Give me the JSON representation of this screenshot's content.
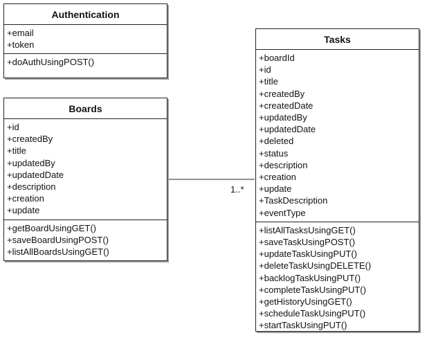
{
  "classes": {
    "authentication": {
      "name": "Authentication",
      "attributes": [
        "+email",
        "+token"
      ],
      "operations": [
        "+doAuthUsingPOST()"
      ]
    },
    "boards": {
      "name": "Boards",
      "attributes": [
        "+id",
        "+createdBy",
        "+title",
        "+updatedBy",
        "+updatedDate",
        "+description",
        "+creation",
        "+update"
      ],
      "operations": [
        "+getBoardUsingGET()",
        "+saveBoardUsingPOST()",
        "+listAllBoardsUsingGET()"
      ]
    },
    "tasks": {
      "name": "Tasks",
      "attributes": [
        "+boardId",
        "+id",
        "+title",
        "+createdBy",
        "+createdDate",
        "+updatedBy",
        "+updatedDate",
        "+deleted",
        "+status",
        "+description",
        "+creation",
        "+update",
        "+TaskDescription",
        "+eventType"
      ],
      "operations": [
        "+listAllTasksUsingGET()",
        "+saveTaskUsingPOST()",
        "+updateTaskUsingPUT()",
        "+deleteTaskUsingDELETE()",
        "+backlogTaskUsingPUT()",
        "+completeTaskUsingPUT()",
        "+getHistoryUsingGET()",
        "+scheduleTaskUsingPUT()",
        "+startTaskUsingPUT()"
      ]
    }
  },
  "association": {
    "multiplicity_tasks": "1..*"
  },
  "colors": {
    "line": "#222222",
    "shadow": "#9a9a9a"
  }
}
